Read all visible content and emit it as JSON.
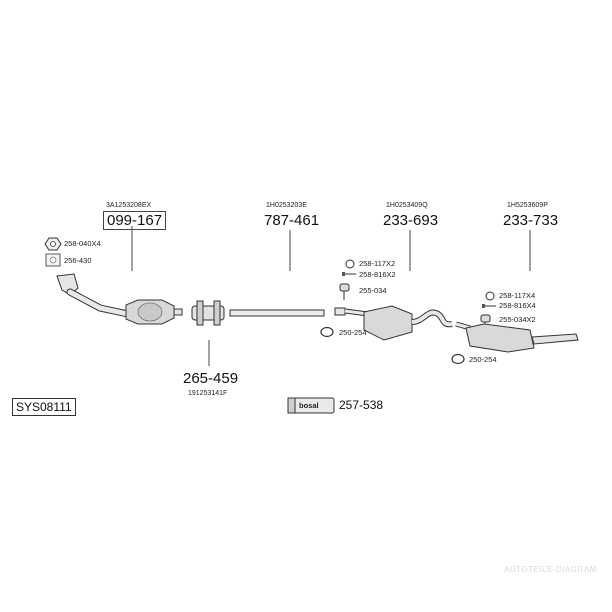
{
  "header_codes": {
    "front_pipe_oem": "3A1253208EX",
    "mid_pipe_oem": "1H0253203E",
    "center_muffler_oem": "1H0253409Q",
    "rear_muffler_oem": "1H5253609P"
  },
  "parts": {
    "front_pipe": "099-167",
    "mid_pipe": "787-461",
    "center_muffler": "233-693",
    "rear_muffler": "233-733",
    "clamp": "265-459",
    "clamp_oem": "191253141F",
    "paste": "257-538"
  },
  "hardware": {
    "front_nut": "258-040X4",
    "front_gasket": "256-430",
    "center_ring": "258-117X2",
    "center_bolt": "258-816X2",
    "center_hanger": "255-034",
    "center_clamp": "250-254",
    "rear_ring": "258-117X4",
    "rear_bolt": "258-816X4",
    "rear_hanger": "255-034X2",
    "rear_clamp": "250-254"
  },
  "brand_label": "bosal",
  "system_code": "SYS08111",
  "watermark": "AUTOTEILE-DIAGRAM"
}
